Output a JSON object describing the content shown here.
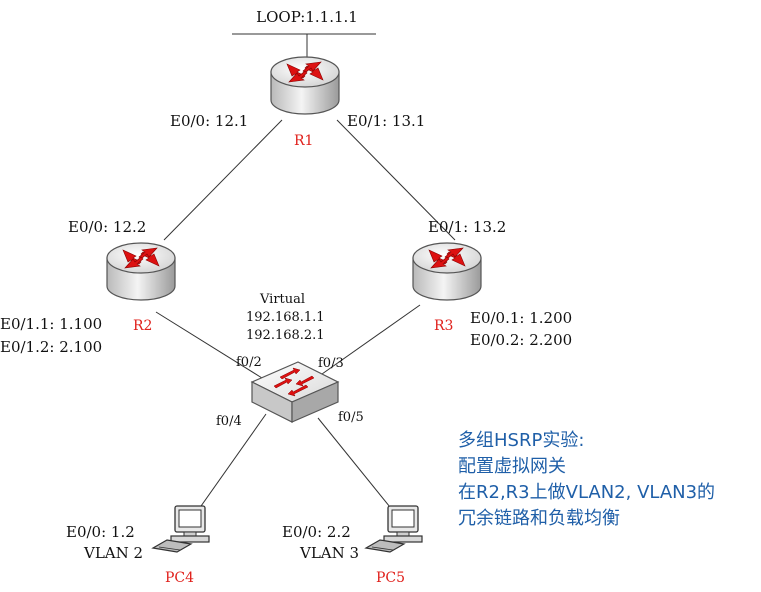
{
  "colors": {
    "line": "#333333",
    "device_label": "#e0201b",
    "note_text": "#1f5fa8",
    "arrow": "#dd1111"
  },
  "loopback": {
    "label": "LOOP:1.1.1.1"
  },
  "r1": {
    "name": "R1",
    "e00": "E0/0: 12.1",
    "e01": "E0/1: 13.1"
  },
  "r2": {
    "name": "R2",
    "e00": "E0/0: 12.2",
    "sub1": "E0/1.1: 1.100",
    "sub2": "E0/1.2: 2.100"
  },
  "r3": {
    "name": "R3",
    "e01": "E0/1: 13.2",
    "sub1": "E0/0.1: 1.200",
    "sub2": "E0/0.2: 2.200"
  },
  "virtual": {
    "title": "Virtual",
    "ip1": "192.168.1.1",
    "ip2": "192.168.2.1"
  },
  "switch": {
    "f02": "f0/2",
    "f03": "f0/3",
    "f04": "f0/4",
    "f05": "f0/5"
  },
  "pc4": {
    "name": "PC4",
    "ip": "E0/0: 1.2",
    "vlan": "VLAN 2"
  },
  "pc5": {
    "name": "PC5",
    "ip": "E0/0: 2.2",
    "vlan": "VLAN 3"
  },
  "note": {
    "line1": "多组HSRP实验:",
    "line2": "配置虚拟网关",
    "line3": "在R2,R3上做VLAN2, VLAN3的",
    "line4": "冗余链路和负载均衡"
  }
}
